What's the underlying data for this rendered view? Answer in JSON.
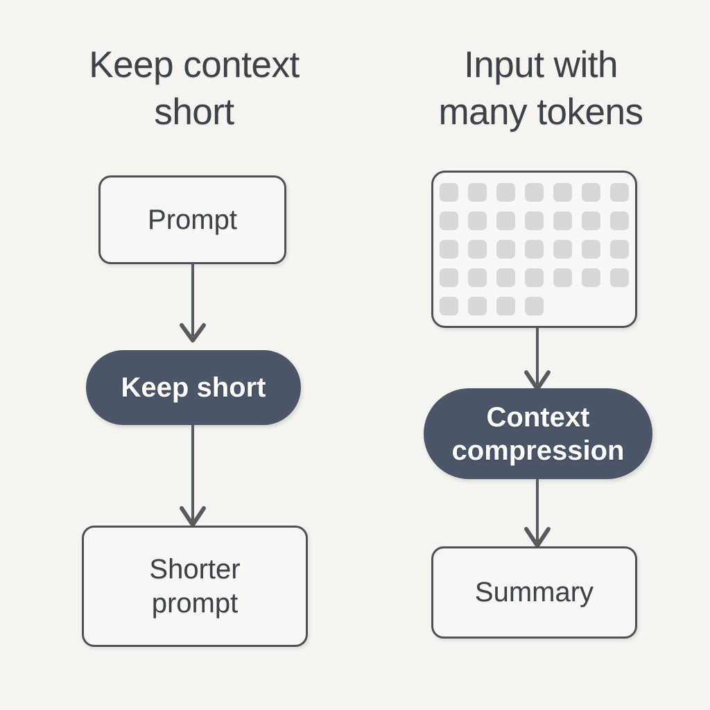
{
  "background_color": "#f5f4f1",
  "accent_color": "#4b5668",
  "outline_color": "#4c5257",
  "text_color": "#3c4248",
  "token_color": "#d7d8d9",
  "columns": [
    {
      "id": "left",
      "title": "Keep context\nshort",
      "nodes": [
        {
          "name": "prompt-box",
          "label": "Prompt",
          "kind": "box"
        },
        {
          "name": "keep-short-pill",
          "label": "Keep short",
          "kind": "pill"
        },
        {
          "name": "shorter-prompt-box",
          "label": "Shorter\nprompt",
          "kind": "box"
        }
      ]
    },
    {
      "id": "right",
      "title": "Input with\nmany tokens",
      "nodes": [
        {
          "name": "token-box",
          "label": "",
          "kind": "token-grid",
          "token_count": 32,
          "token_columns": 7,
          "token_rows": 5,
          "last_row_count": 4
        },
        {
          "name": "context-compression-pill",
          "label": "Context\ncompression",
          "kind": "pill"
        },
        {
          "name": "summary-box",
          "label": "Summary",
          "kind": "box"
        }
      ]
    }
  ],
  "flows": [
    {
      "name": "arrow-prompt-to-keep-short",
      "from": "prompt-box",
      "to": "keep-short-pill"
    },
    {
      "name": "arrow-keep-short-to-shorter-prompt",
      "from": "keep-short-pill",
      "to": "shorter-prompt-box"
    },
    {
      "name": "arrow-tokens-to-compression",
      "from": "token-box",
      "to": "context-compression-pill"
    },
    {
      "name": "arrow-compression-to-summary",
      "from": "context-compression-pill",
      "to": "summary-box"
    }
  ]
}
